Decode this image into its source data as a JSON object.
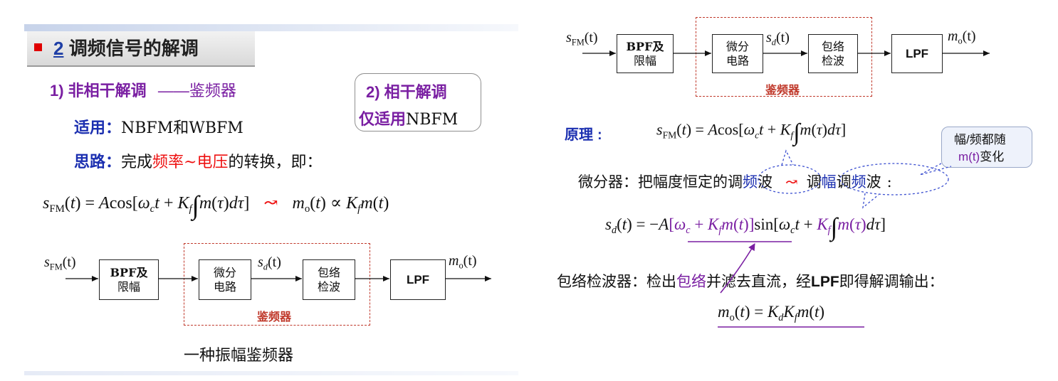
{
  "left": {
    "section_number": "2",
    "section_title": "调频信号的解调",
    "noncoherent_label": "1) 非相干解调",
    "noncoherent_dash": "——鉴频器",
    "coherent_title": "2) 相干解调",
    "coherent_note_prefix": "仅适用",
    "coherent_note_suffix": "NBFM",
    "applicable_label": "适用：",
    "applicable_value": "NBFM和WBFM",
    "idea_label": "思路：",
    "idea_text_1": "完成",
    "idea_text_highlight": "频率~电压",
    "idea_text_2": "的转换，即：",
    "caption": "一种振幅鉴频器",
    "diagram": {
      "input_label": "s",
      "input_sub": "FM",
      "input_arg": "(t)",
      "bpf_line1": "BPF及",
      "bpf_line2": "限幅",
      "diff_line1": "微分",
      "diff_line2": "电路",
      "sd_label": "s",
      "sd_sub": "d",
      "sd_arg": "(t)",
      "env_line1": "包络",
      "env_line2": "检波",
      "lpf": "LPF",
      "output_label": "m",
      "output_sub": "o",
      "output_arg": "(t)",
      "discriminator_label": "鉴频器"
    }
  },
  "right": {
    "principle_label": "原理",
    "principle_colon": ":",
    "differentiator_label": "微分器：把幅度恒定的",
    "diff_wave_1": "调",
    "diff_wave_2": "频",
    "diff_wave_3": "波",
    "diff_wave_b1": "调",
    "diff_wave_b2": "幅",
    "diff_wave_b3": "调",
    "diff_wave_b4": "频",
    "diff_wave_b5": "波",
    "envelope_text_1": "包络检波器：检出",
    "envelope_highlight": "包络",
    "envelope_text_2": "并滤去直流，经",
    "envelope_lpf": "LPF",
    "envelope_text_3": "即得解调输出：",
    "callout_line1": "幅/频都随",
    "callout_line2_a": "m(t)",
    "callout_line2_b": "变化",
    "diagram": {
      "input_label": "s",
      "input_sub": "FM",
      "input_arg": "(t)",
      "bpf_line1": "BPF及",
      "bpf_line2": "限幅",
      "diff_line1": "微分",
      "diff_line2": "电路",
      "sd_label": "s",
      "sd_sub": "d",
      "sd_arg": "(t)",
      "env_line1": "包络",
      "env_line2": "检波",
      "lpf": "LPF",
      "output_label": "m",
      "output_sub": "o",
      "output_arg": "(t)",
      "discriminator_label": "鉴频器"
    }
  },
  "colors": {
    "purple": "#7a1fa2",
    "blue": "#1b2fb0",
    "red": "#ee1111",
    "dashed": "#c0392b"
  }
}
